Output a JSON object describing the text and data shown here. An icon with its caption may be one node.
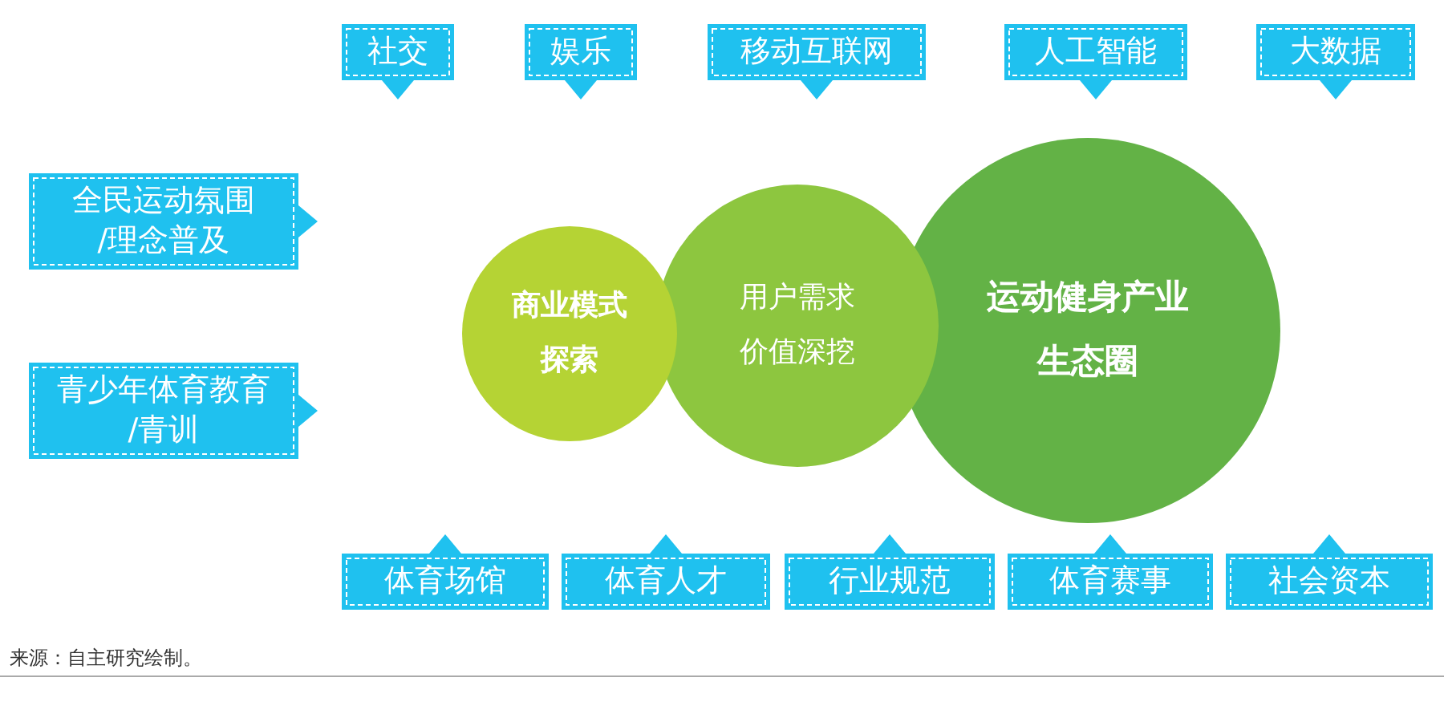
{
  "diagram": {
    "nodes": [
      {
        "text": [
          "社交"
        ]
      },
      {
        "text": [
          "娱乐"
        ]
      },
      {
        "text": [
          "移动互联网"
        ]
      },
      {
        "text": [
          "人工智能"
        ]
      },
      {
        "text": [
          "大数据"
        ]
      },
      {
        "text": [
          "全民运动氛围/理念普及"
        ]
      },
      {
        "text": [
          "青少年体育教育/青训"
        ]
      },
      {
        "text": [
          "商业模式探索"
        ]
      },
      {
        "text": [
          "用户需求价值深挖"
        ]
      },
      {
        "text": [
          "运动健身产业生态圈"
        ]
      },
      {
        "text": [
          "体育场馆"
        ]
      },
      {
        "text": [
          "体育人才"
        ]
      },
      {
        "text": [
          "行业规范"
        ]
      },
      {
        "text": [
          "体育赛事"
        ]
      },
      {
        "text": [
          "社会资本"
        ]
      }
    ],
    "labels": [
      "来源：自主研究绘制。"
    ]
  }
}
